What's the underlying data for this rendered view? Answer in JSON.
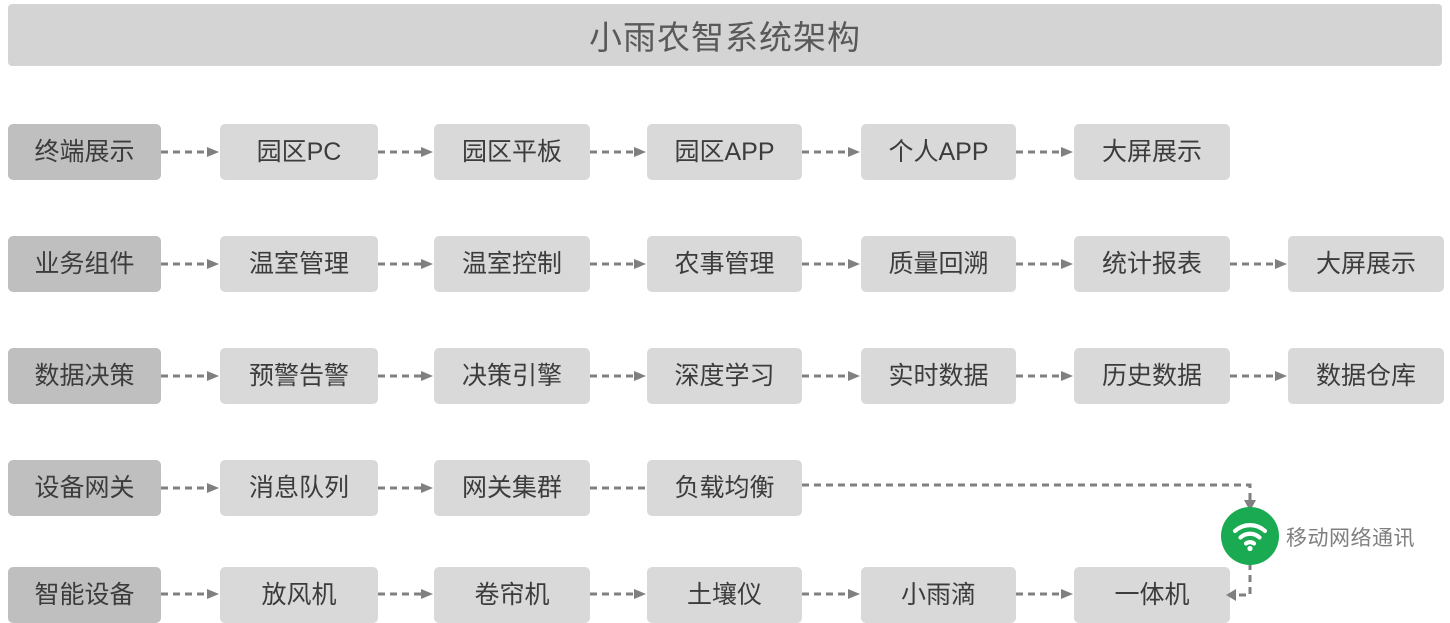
{
  "header": {
    "title": "小雨农智系统架构",
    "bg_color": "#d4d4d4",
    "text_color": "#595959"
  },
  "colors": {
    "node_bg": "#d9d9d9",
    "layer_label_bg": "#bfbfbf",
    "node_text": "#3c3c3c",
    "connector": "#808080",
    "wifi_green": "#1aaa51",
    "wifi_label_text": "#7f7f7f",
    "page_bg": "#ffffff"
  },
  "annotation": {
    "wifi_icon_name": "wifi-icon",
    "label": "移动网络通讯"
  },
  "rows": [
    {
      "id": "terminal-display",
      "label": "终端展示",
      "nodes": [
        "园区PC",
        "园区平板",
        "园区APP",
        "个人APP",
        "大屏展示"
      ]
    },
    {
      "id": "business-components",
      "label": "业务组件",
      "nodes": [
        "温室管理",
        "温室控制",
        "农事管理",
        "质量回溯",
        "统计报表",
        "大屏展示"
      ]
    },
    {
      "id": "data-decision",
      "label": "数据决策",
      "nodes": [
        "预警告警",
        "决策引擎",
        "深度学习",
        "实时数据",
        "历史数据",
        "数据仓库"
      ]
    },
    {
      "id": "device-gateway",
      "label": "设备网关",
      "nodes": [
        "消息队列",
        "网关集群",
        "负载均衡"
      ]
    },
    {
      "id": "smart-devices",
      "label": "智能设备",
      "nodes": [
        "放风机",
        "卷帘机",
        "土壤仪",
        "小雨滴",
        "一体机"
      ]
    }
  ]
}
